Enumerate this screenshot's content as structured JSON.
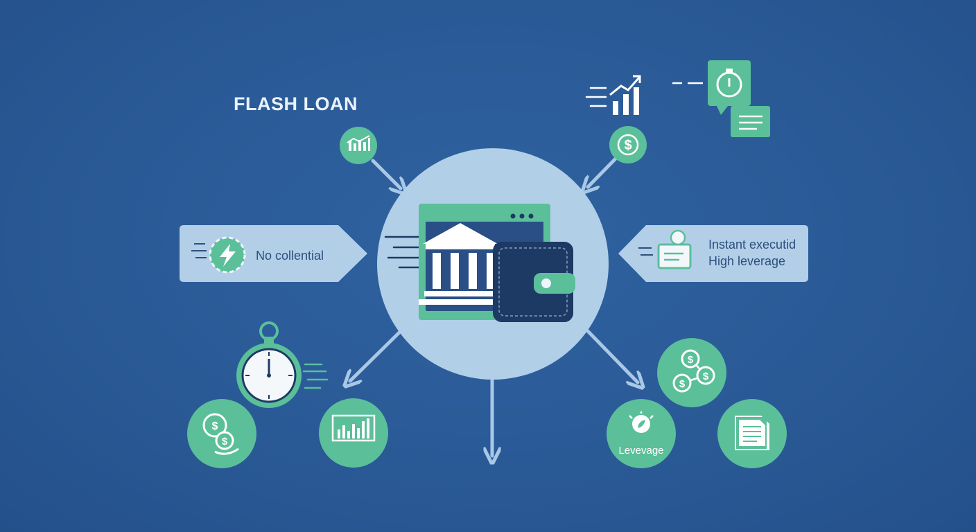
{
  "title": "FLASH LOAN",
  "left_box": {
    "label": "No collential"
  },
  "right_box": {
    "line1": "Instant executid",
    "line2": "High leverage"
  },
  "leverage_circle": {
    "label": "Levevage"
  },
  "icons": {
    "top_left_badge": "chart-icon",
    "top_right_badge": "dollar-icon",
    "top_right_graph": "growth-chart-icon",
    "top_right_timer": "timer-chat-icon",
    "top_right_doc": "message-icon",
    "center": "bank-wallet-icon",
    "stopwatch": "stopwatch-icon",
    "bottom_left_1": "hand-dollar-icon",
    "bottom_left_2": "bar-chart-icon",
    "bottom_right_coins": "coins-network-icon",
    "bottom_right_lev": "leverage-icon",
    "bottom_right_doc": "document-icon"
  },
  "colors": {
    "background": "#2a5a96",
    "accent_green": "#5bbf9a",
    "light_blue": "#b2cfe8",
    "navy": "#1d3a64"
  }
}
